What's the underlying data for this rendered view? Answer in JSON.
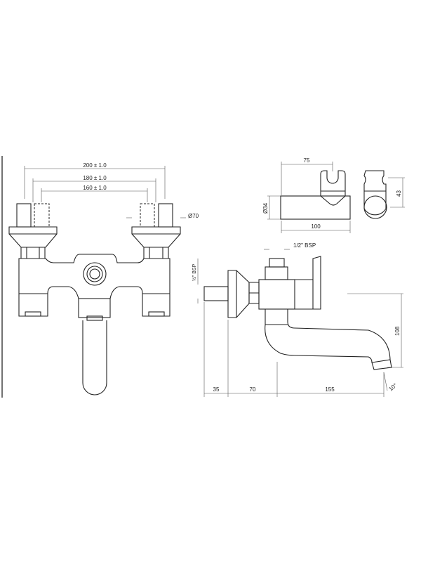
{
  "front_view": {
    "dims": {
      "outer": "200 ± 1.0",
      "middle": "180 ± 1.0",
      "inner": "160 ± 1.0",
      "flange_diameter": "Ø70"
    }
  },
  "handset_holder": {
    "dims": {
      "length_top": "75",
      "length": "100",
      "diameter": "Ø34",
      "height": "43"
    }
  },
  "side_view": {
    "dims": {
      "outlet_thread": "1/2\" BSP",
      "inlet_thread": "½\" BSP",
      "inlet": "35",
      "body": "70",
      "spout": "155",
      "height": "108",
      "angle": "10°"
    }
  }
}
